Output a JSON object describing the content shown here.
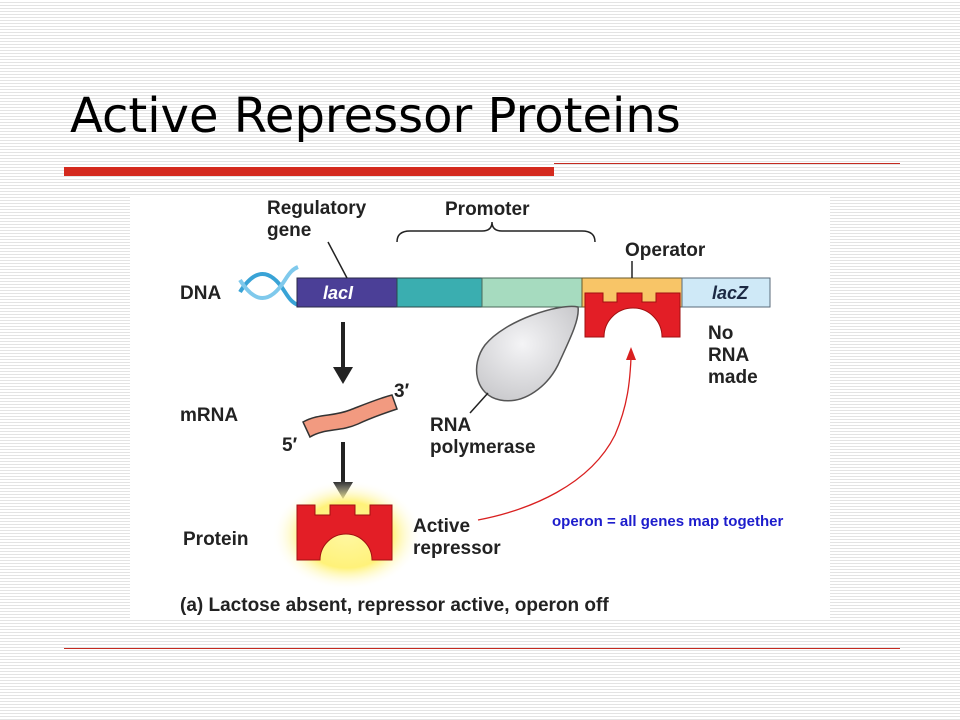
{
  "slide": {
    "title": "Active Repressor Proteins"
  },
  "diagram": {
    "regulatory_gene_line1": "Regulatory",
    "regulatory_gene_line2": "gene",
    "promoter": "Promoter",
    "operator": "Operator",
    "dna": "DNA",
    "laci": "lacI",
    "lacz": "lacZ",
    "no_rna_line1": "No",
    "no_rna_line2": "RNA",
    "no_rna_line3": "made",
    "mrna": "mRNA",
    "three_prime": "3′",
    "five_prime": "5′",
    "rna_polymerase_line1": "RNA",
    "rna_polymerase_line2": "polymerase",
    "protein": "Protein",
    "active_repressor_line1": "Active",
    "active_repressor_line2": "repressor",
    "annotation": "operon = all genes map together",
    "caption": "(a) Lactose absent, repressor active, operon off",
    "colors": {
      "laci": "#4b3f97",
      "promoter_a": "#3aaeb0",
      "promoter_b": "#a6dbbf",
      "operator": "#f8c567",
      "lacz": "#cfe9f7",
      "repressor": "#e31e26",
      "mrna": "#f29a80",
      "polymerase": "#e4e4e6",
      "annotation": "#1d1dcc",
      "arrow_red": "#d92020"
    }
  }
}
